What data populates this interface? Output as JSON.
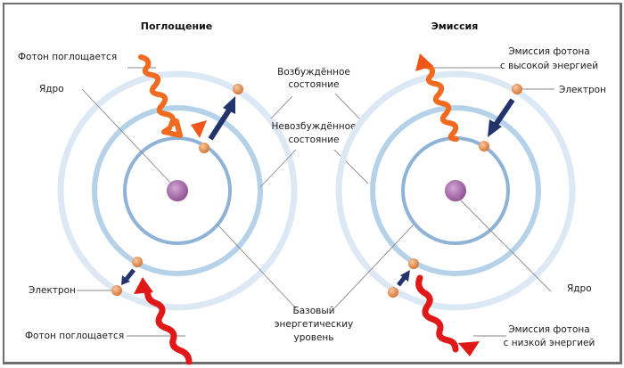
{
  "panels": {
    "absorption": {
      "title": "Поглощение",
      "labels": {
        "photon_absorbed_top": "Фотон поглощается",
        "nucleus": "Ядро",
        "electron": "Электрон",
        "photon_absorbed_bottom": "Фотон поглощается"
      }
    },
    "emission": {
      "title": "Эмиссия",
      "labels": {
        "high_energy_photon_line1": "Эмиссия фотона",
        "high_energy_photon_line2": "с высокой энергией",
        "electron": "Электрон",
        "nucleus": "Ядро",
        "low_energy_photon_line1": "Эмиссия фотона",
        "low_energy_photon_line2": "с низкой энергией"
      }
    }
  },
  "shared_labels": {
    "excited_state_line1": "Возбуждённое",
    "excited_state_line2": "состояние",
    "unexcited_state_line1": "Невозбуждённое",
    "unexcited_state_line2": "состояние",
    "ground_level_line1": "Базовый",
    "ground_level_line2": "энергетическиу",
    "ground_level_line3": "уровень"
  },
  "colors": {
    "outer_orbit": "#dbe9f4",
    "middle_orbit": "#b3d1e8",
    "inner_orbit": "#8fb2d6",
    "nucleus": "#a56aa8",
    "electron": "#e0884a",
    "transition_arrow": "#22346b",
    "high_energy_photon": "#f0641e",
    "low_energy_photon": "#e01818"
  }
}
